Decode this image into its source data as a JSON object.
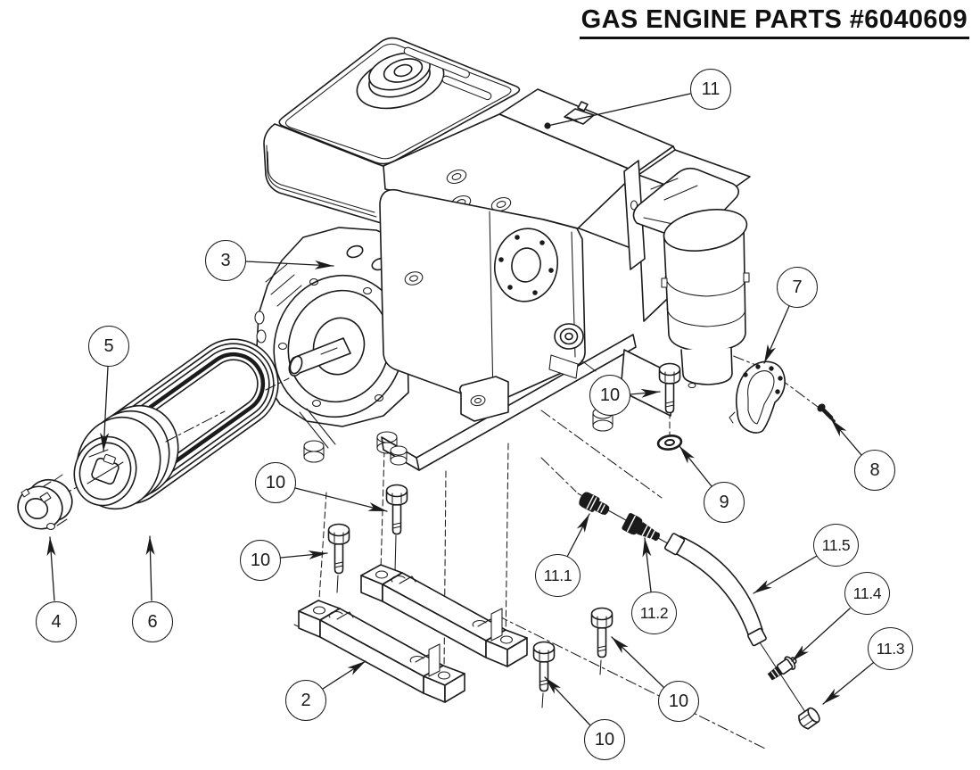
{
  "page": {
    "title": "GAS ENGINE PARTS #6040609",
    "part_number": "6040609"
  },
  "figure": {
    "description": "Exploded-view line drawing of a gas engine with numbered part callouts",
    "callouts": [
      {
        "label": "11"
      },
      {
        "label": "3"
      },
      {
        "label": "7"
      },
      {
        "label": "5"
      },
      {
        "label": "10"
      },
      {
        "label": "8"
      },
      {
        "label": "10"
      },
      {
        "label": "9"
      },
      {
        "label": "11.5"
      },
      {
        "label": "10"
      },
      {
        "label": "11.1"
      },
      {
        "label": "11.4"
      },
      {
        "label": "11.2"
      },
      {
        "label": "4"
      },
      {
        "label": "6"
      },
      {
        "label": "11.3"
      },
      {
        "label": "2"
      },
      {
        "label": "10"
      },
      {
        "label": "10"
      }
    ]
  },
  "colors": {
    "line": "#1b1b1b",
    "background": "#ffffff"
  }
}
